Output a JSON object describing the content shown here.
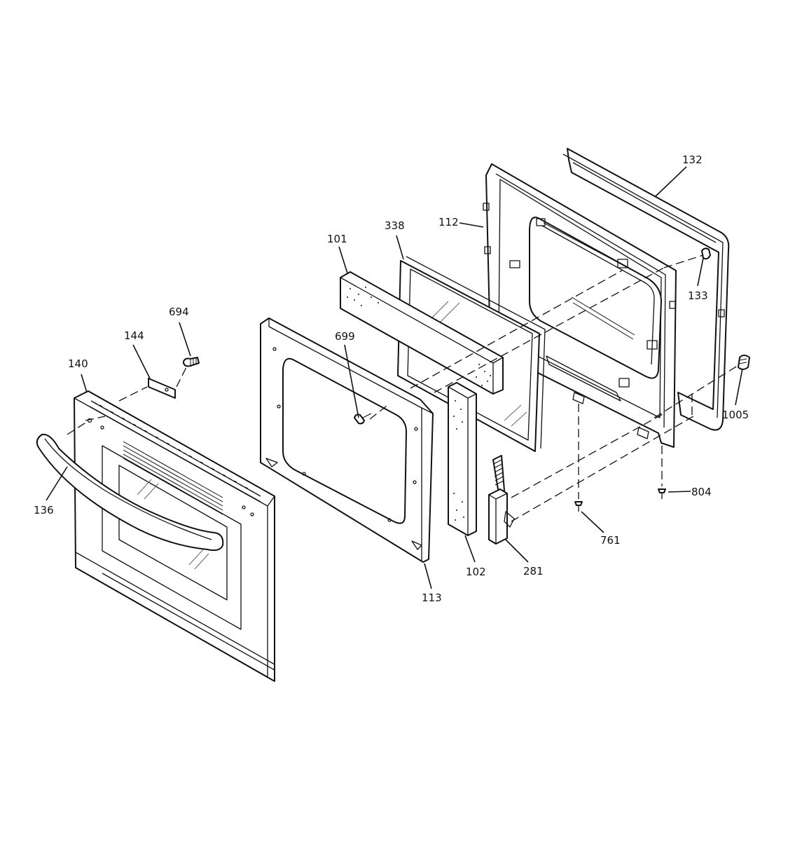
{
  "parts": {
    "p132": "132",
    "p112": "112",
    "p338": "338",
    "p101": "101",
    "p133": "133",
    "p694": "694",
    "p144": "144",
    "p699": "699",
    "p140": "140",
    "p1005": "1005",
    "p136": "136",
    "p804": "804",
    "p761": "761",
    "p102": "102",
    "p281": "281",
    "p113": "113"
  }
}
